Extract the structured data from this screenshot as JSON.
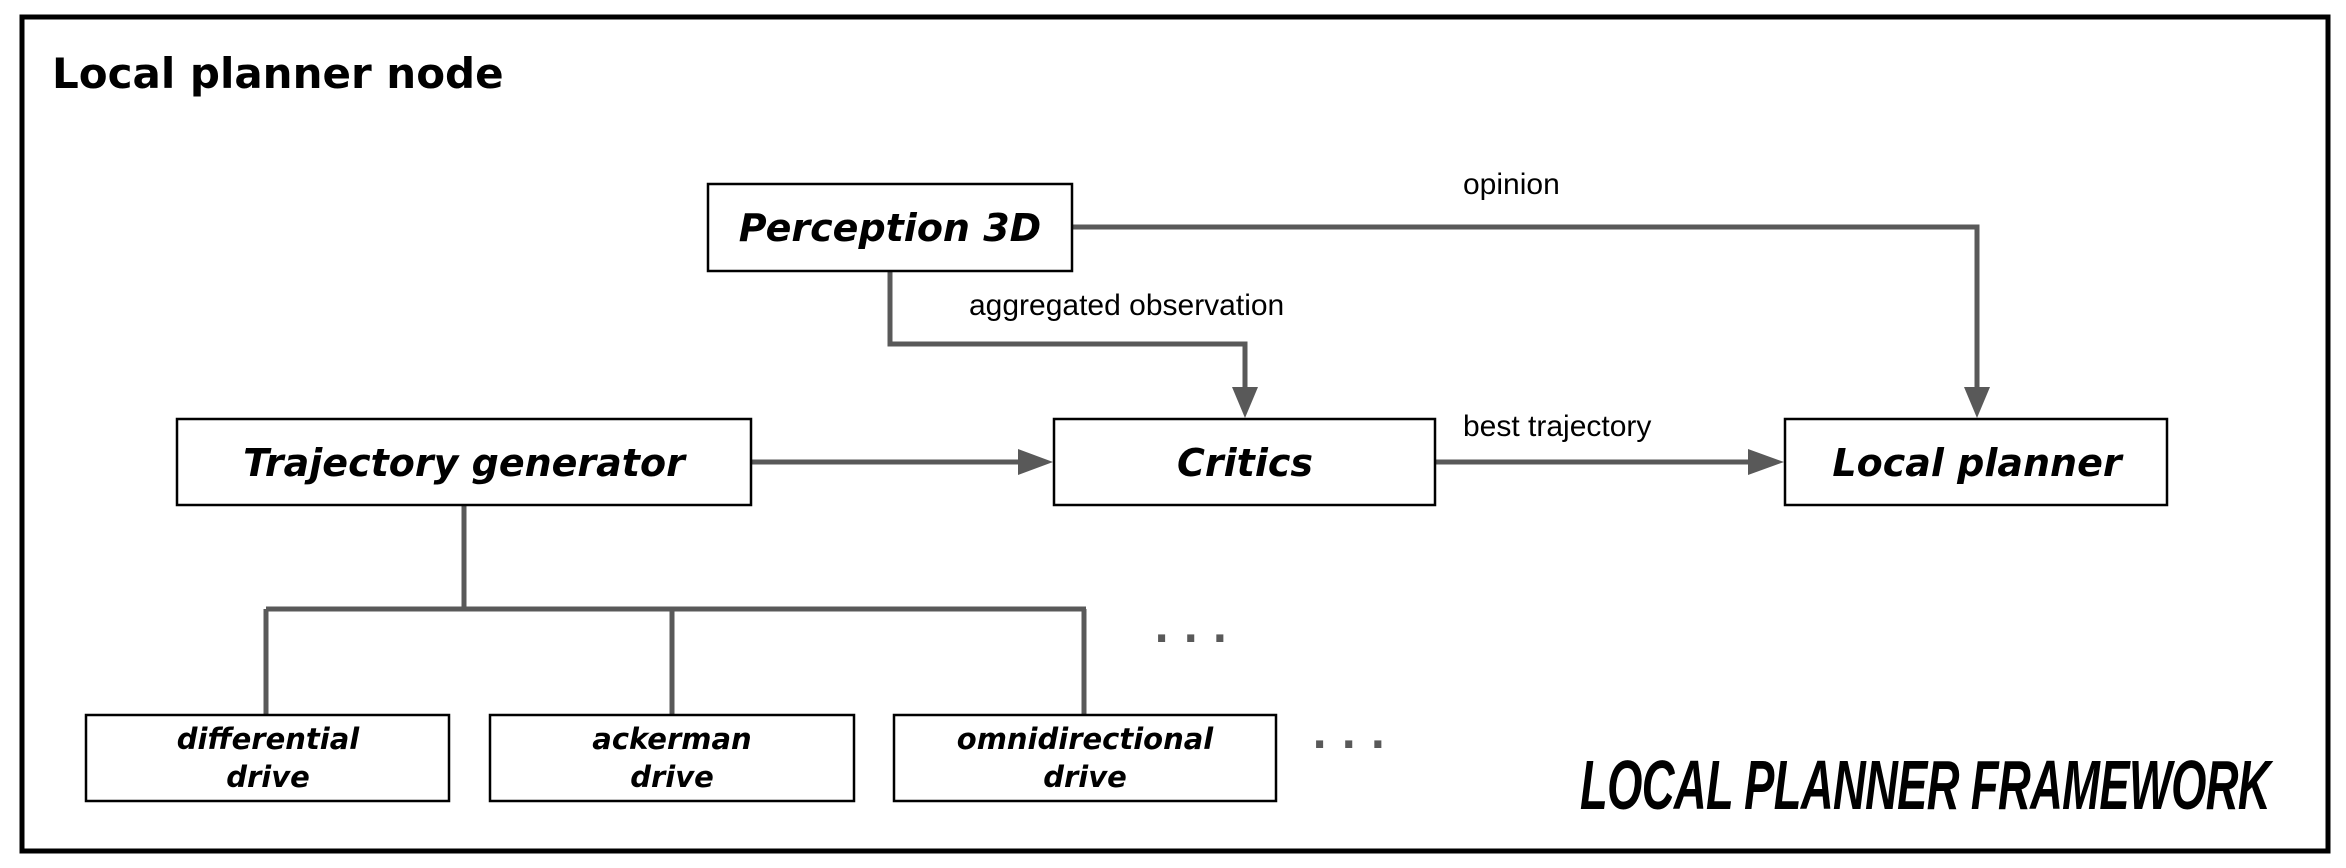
{
  "node_title": "Local planner node",
  "framework_title": "LOCAL PLANNER FRAMEWORK",
  "nodes": {
    "perception": "Perception 3D",
    "trajectory_generator": "Trajectory generator",
    "critics": "Critics",
    "local_planner": "Local planner"
  },
  "drives": [
    {
      "line1": "differential",
      "line2": "drive"
    },
    {
      "line1": "ackerman",
      "line2": "drive"
    },
    {
      "line1": "omnidirectional",
      "line2": "drive"
    }
  ],
  "edges": {
    "opinion": "opinion",
    "aggregated_observation": "aggregated observation",
    "best_trajectory": "best trajectory"
  },
  "ellipsis": "· · ·",
  "colors": {
    "edge": "#595959",
    "border": "#000000",
    "background": "#ffffff"
  }
}
